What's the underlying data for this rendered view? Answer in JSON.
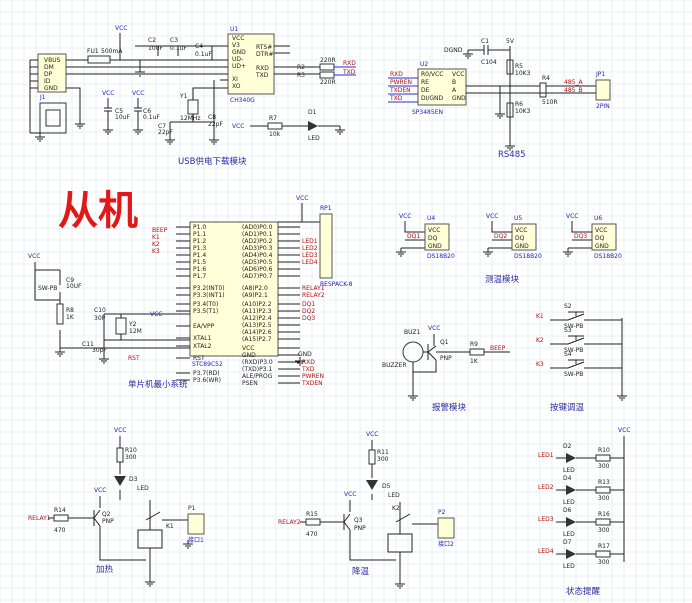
{
  "title_big": "从机",
  "sections": {
    "usb": "USB供电下载模块",
    "rs485": "RS485",
    "mcu": "单片机最小系统",
    "temp": "测温模块",
    "alarm": "报警模块",
    "keys": "按键调温",
    "heat": "加热",
    "cool": "降温",
    "status": "状态提醒"
  },
  "usb": {
    "j1": "J1",
    "vbus": "VBUS",
    "dm": "DM",
    "dp": "DP",
    "id": "ID",
    "gnd": "GND",
    "fu1": "FU1",
    "fu1_val": "500mA",
    "c2": "C2",
    "c2_val": "10uF",
    "c3": "C3",
    "c3_val": "0.1uF",
    "c4": "C4",
    "c4_val": "0.1uF",
    "c5": "C5",
    "c5_val": "10uF",
    "c6": "C6",
    "c6_val": "0.1uF",
    "u1": "U1",
    "u1_name": "CH340G",
    "u1_left": [
      "VCC",
      "V3",
      "GND",
      "UD-",
      "UD+",
      "XI",
      "XO"
    ],
    "u1_right": [
      "RTS#",
      "DTR#",
      "RXD",
      "TXD"
    ],
    "r2": "R2",
    "r2_val": "220R",
    "r3": "R3",
    "r3_val": "220R",
    "rxd": "RXD",
    "txd": "TXD",
    "y1": "Y1",
    "y1_val": "12MHz",
    "c7": "C7",
    "c7_val": "22pF",
    "c8": "C8",
    "c8_val": "22pF",
    "r7": "R7",
    "r7_val": "10k",
    "d1": "D1",
    "led": "LED",
    "vcc": "VCC"
  },
  "rs485": {
    "u2": "U2",
    "u2_name": "SP3485EN",
    "u2_left": [
      "R0/VCC",
      "RE",
      "DE",
      "DI/GND"
    ],
    "u2_right": [
      "VCC",
      "B",
      "A",
      "GND"
    ],
    "c1": "C1",
    "c1_val": "C104",
    "dgnd": "DGND",
    "v5": "5V",
    "r5": "R5",
    "r5_val": "10K3",
    "r6": "R6",
    "r6_val": "10K3",
    "r4": "R4",
    "r4_val": "510R",
    "net_a": "485_A",
    "net_b": "485_B",
    "p1": "JP1",
    "p1_val": "2PIN",
    "left_nets": [
      "RXD",
      "PWREN",
      "TXDEN",
      "TXD"
    ]
  },
  "mcu": {
    "u": "U",
    "name": "STC89C52",
    "left_pins": [
      "P1.0",
      "P1.1",
      "P1.2",
      "P1.3",
      "P1.4",
      "P1.5",
      "P1.6",
      "P1.7",
      "P3.2(INT0)",
      "P3.3(INT1)",
      "P3.4(T0)",
      "P3.5(T1)",
      "EA/VPP",
      "XTAL1",
      "XTAL2",
      "RST",
      "P3.7(RD)",
      "P3.6(WR)"
    ],
    "right_pins": [
      "(AD0)P0.0",
      "(AD1)P0.1",
      "(AD2)P0.2",
      "(AD3)P0.3",
      "(AD4)P0.4",
      "(AD5)P0.5",
      "(AD6)P0.6",
      "(AD7)P0.7",
      "(A8)P2.0",
      "(A9)P2.1",
      "(A10)P2.2",
      "(A11)P2.3",
      "(A12)P2.4",
      "(A13)P2.5",
      "(A14)P2.6",
      "(A15)P2.7",
      "VCC",
      "GND",
      "(RXD)P3.0",
      "(TXD)P3.1",
      "ALE/PROG",
      "PSEN"
    ],
    "left_nets": [
      "RST",
      "BEEP",
      "K1",
      "K2",
      "K3",
      "RST"
    ],
    "right_nets": [
      "LED1",
      "LED2",
      "LED3",
      "LED4",
      "RELAY1",
      "RELAY2",
      "DQ1",
      "DQ2",
      "DQ3",
      "RXD",
      "TXD",
      "PWREN",
      "TXDEN"
    ],
    "rp1": "RP1",
    "rp1_val": "RESPACK-8",
    "c9": "C9",
    "c9_val": "10UF",
    "r8": "R8",
    "r8_val": "1K",
    "c10": "C10",
    "c10_val": "30P",
    "c11": "C11",
    "c11_val": "30pF",
    "y2": "Y2",
    "y2_val": "12M",
    "sw": "SW-PB",
    "gnd": "GND",
    "vcc": "VCC"
  },
  "temp": {
    "parts": [
      {
        "ref": "U4",
        "net": "DQ1",
        "name": "DS18B20"
      },
      {
        "ref": "U5",
        "net": "DQ2",
        "name": "DS18B20"
      },
      {
        "ref": "U6",
        "net": "DQ3",
        "name": "DS18B20"
      }
    ],
    "pins": [
      "VCC",
      "DQ",
      "GND"
    ]
  },
  "alarm": {
    "buzzer": "BUZZER",
    "bz": "BUZ1",
    "q": "Q1",
    "q_type": "PNP",
    "r": "R9",
    "r_val": "1K",
    "net": "BEEP"
  },
  "keys": {
    "nets": [
      "K1",
      "K2",
      "K3"
    ],
    "switches": [
      "S2",
      "S3",
      "S4"
    ],
    "sw_type": "SW-PB"
  },
  "heat": {
    "net": "RELAY1",
    "r14": "R14",
    "r14_val": "470",
    "q": "Q2",
    "q_type": "PNP",
    "r10": "R10",
    "r10_val": "300",
    "d": "D3",
    "led": "LED",
    "k": "K1",
    "p": "P1",
    "p_label": "接口1"
  },
  "cool": {
    "net": "RELAY2",
    "r15": "R15",
    "r15_val": "470",
    "q": "Q3",
    "q_type": "PNP",
    "r11": "R11",
    "r11_val": "300",
    "d": "D5",
    "led": "LED",
    "k": "K2",
    "p": "P2",
    "p_label": "接口2"
  },
  "status": {
    "leds": [
      {
        "net": "LED1",
        "d": "D2",
        "r": "R10",
        "rv": "300"
      },
      {
        "net": "LED2",
        "d": "D4",
        "r": "R13",
        "rv": "300"
      },
      {
        "net": "LED3",
        "d": "D6",
        "r": "R16",
        "rv": "300"
      },
      {
        "net": "LED4",
        "d": "D7",
        "r": "R17",
        "rv": "300"
      }
    ],
    "led": "LED"
  },
  "vcc": "VCC"
}
